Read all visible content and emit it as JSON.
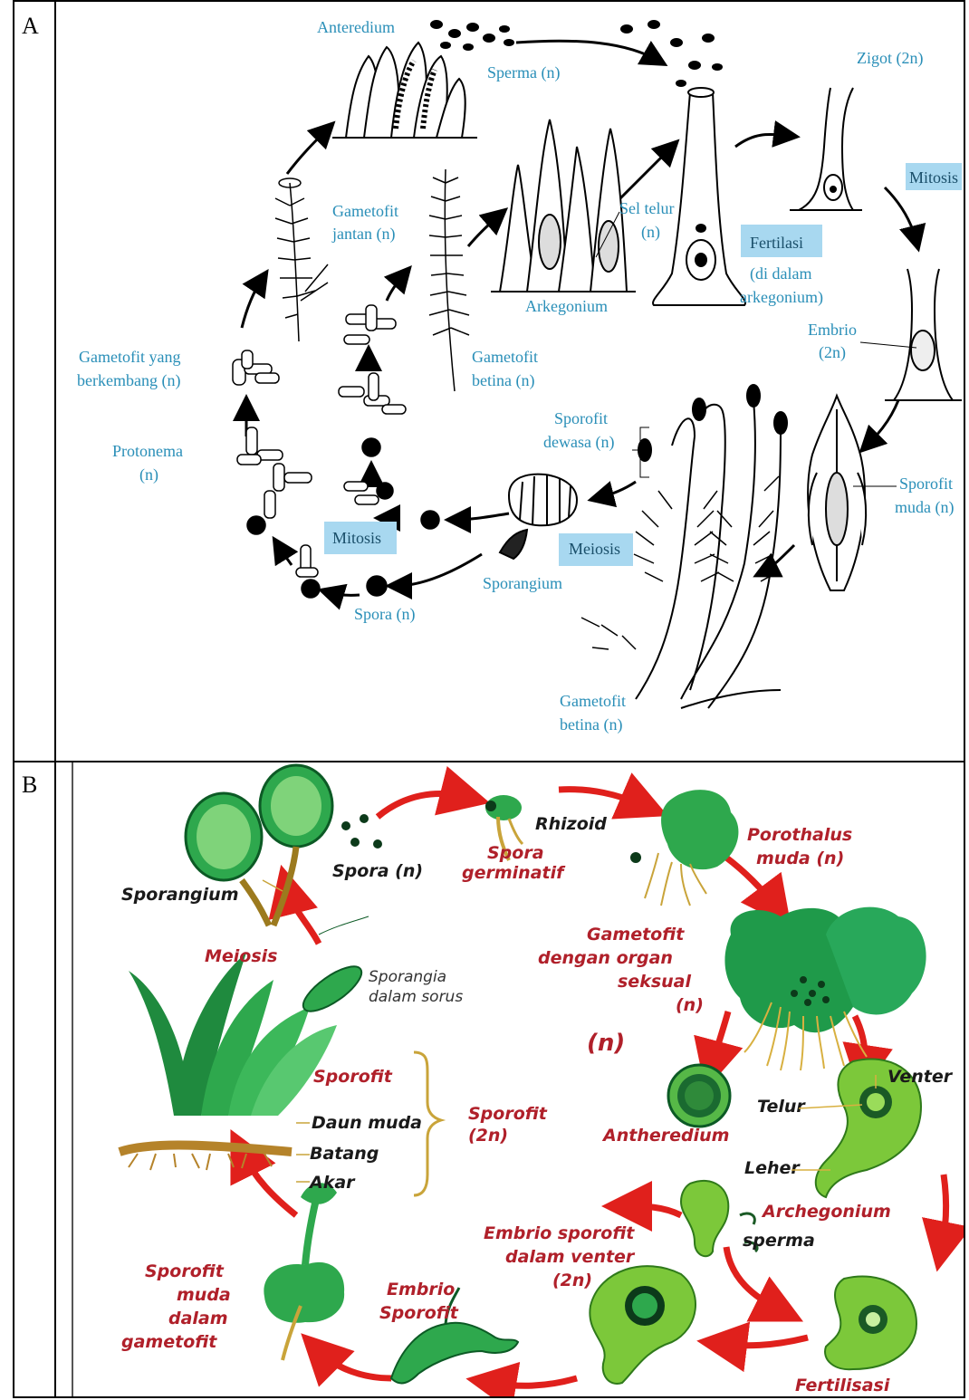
{
  "panel_a": {
    "row_label": "A",
    "labels": {
      "anteredium": "Anteredium",
      "sperma": "Sperma (n)",
      "zigot": "Zigot (2n)",
      "mitosis_top": "Mitosis",
      "sel_telur": "Sel telur",
      "sel_telur_n": "(n)",
      "fertilasi": "Fertilasi",
      "fertilasi_loc1": "(di dalam",
      "fertilasi_loc2": "arkegonium)",
      "gametofit_jantan1": "Gametofit",
      "gametofit_jantan2": "jantan (n)",
      "arkegonium": "Arkegonium",
      "embrio1": "Embrio",
      "embrio2": "(2n)",
      "gametofit_berkembang1": "Gametofit yang",
      "gametofit_berkembang2": "berkembang (n)",
      "gametofit_betina1": "Gametofit",
      "gametofit_betina2": "betina (n)",
      "sporofit_dewasa1": "Sporofit",
      "sporofit_dewasa2": "dewasa (n)",
      "protonema1": "Protonema",
      "protonema2": "(n)",
      "sporofit_muda1": "Sporofit",
      "sporofit_muda2": "muda (n)",
      "mitosis_mid": "Mitosis",
      "meiosis": "Meiosis",
      "sporangium": "Sporangium",
      "spora": "Spora (n)",
      "gametofit_betina_bottom1": "Gametofit",
      "gametofit_betina_bottom2": "betina (n)"
    },
    "colors": {
      "label": "#2a8fb8",
      "box": "#a8d8f0",
      "ink": "#000000"
    }
  },
  "panel_b": {
    "row_label": "B",
    "labels": {
      "rhizoid": "Rhizoid",
      "porothalus1": "Porothalus",
      "porothalus2": "muda (n)",
      "spora": "Spora (n)",
      "spora_germ1": "Spora",
      "spora_germ2": "germinatif",
      "sporangium": "Sporangium",
      "gametofit1": "Gametofit",
      "gametofit2": "dengan organ",
      "gametofit3": "seksual",
      "gametofit4": "(n)",
      "meiosis": "Meiosis",
      "sporangia1": "Sporangia",
      "sporangia2": "dalam sorus",
      "n_big": "(n)",
      "sporofit": "Sporofit",
      "venter": "Venter",
      "telur": "Telur",
      "daun_muda": "Daun muda",
      "sporofit_2n1": "Sporofit",
      "sporofit_2n2": "(2n)",
      "antheredium": "Antheredium",
      "batang": "Batang",
      "akar": "Akar",
      "leher": "Leher",
      "archegonium": "Archegonium",
      "embrio_venter1": "Embrio sporofit",
      "embrio_venter2": "dalam venter",
      "embrio_venter3": "(2n)",
      "sperma": "sperma",
      "sporofit_muda1": "Sporofit",
      "sporofit_muda2": "muda",
      "sporofit_muda3": "dalam",
      "sporofit_muda4": "gametofit",
      "embrio_sporofit1": "Embrio",
      "embrio_sporofit2": "Sporofit",
      "fertilisasi": "Fertilisasi"
    },
    "colors": {
      "red_label": "#b0202a",
      "black_label": "#1a1a1a",
      "arrow": "#e0201c",
      "green": "#1f9a4a",
      "light_green": "#7cc83a",
      "brown": "#b5832a"
    }
  }
}
